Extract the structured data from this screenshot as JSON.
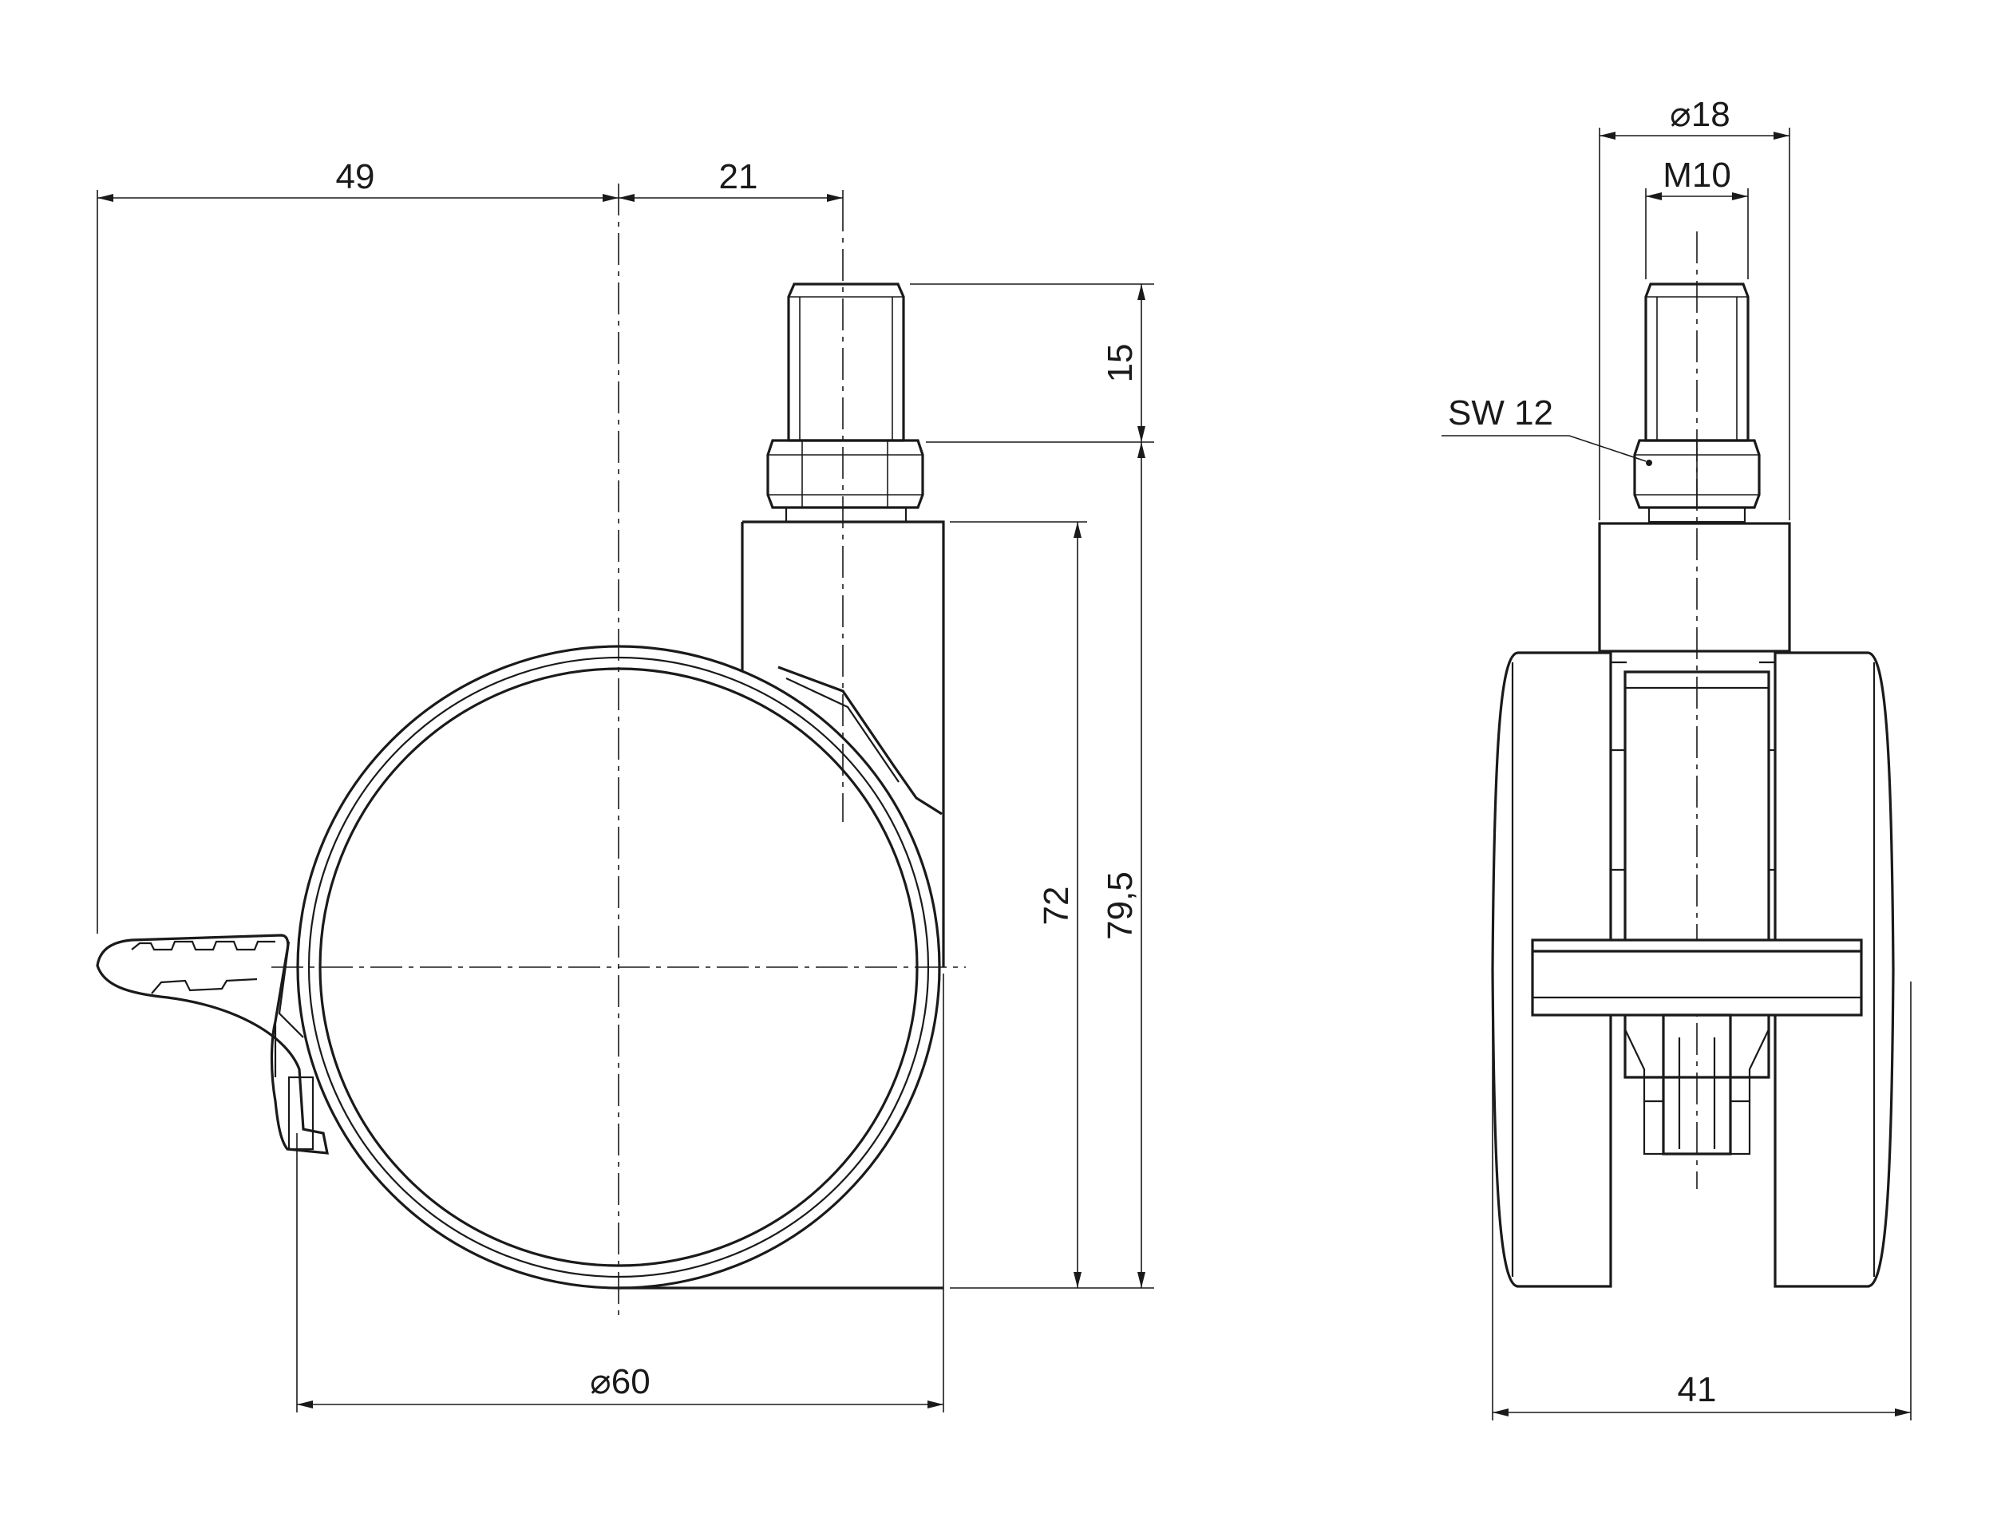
{
  "drawing": {
    "side_view": {
      "dims": {
        "brake_offset": "49",
        "stem_offset": "21",
        "stem_length": "15",
        "body_height": "72",
        "total_height": "79,5",
        "wheel_diameter": "60"
      },
      "diameter_symbol": "⌀"
    },
    "front_view": {
      "dims": {
        "collar_diameter": "18",
        "thread": "M10",
        "wrench_size": "SW 12",
        "total_width": "41"
      },
      "diameter_symbol": "⌀"
    }
  }
}
